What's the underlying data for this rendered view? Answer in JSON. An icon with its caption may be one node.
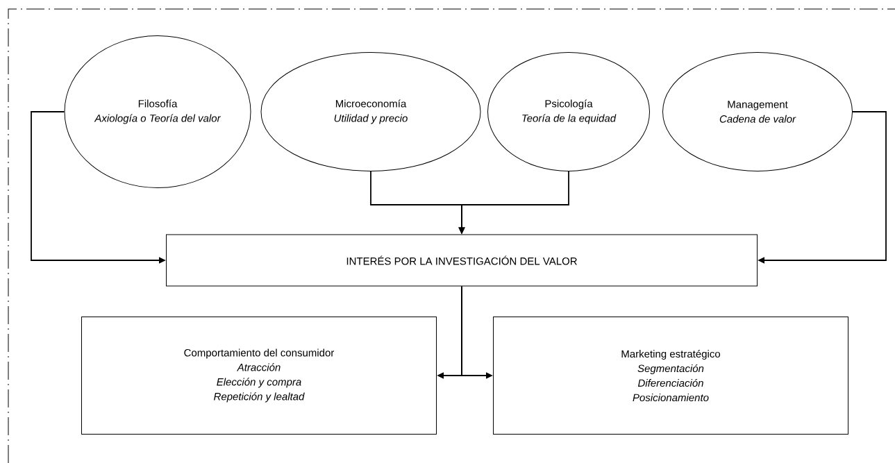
{
  "diagram": {
    "nodes": [
      {
        "text": [
          "Filosofía",
          "Axiología o Teoría del valor"
        ]
      },
      {
        "text": [
          "Microeconomía",
          "Utilidad y precio"
        ]
      },
      {
        "text": [
          "Psicología",
          "Teoría de la equidad"
        ]
      },
      {
        "text": [
          "Management",
          "Cadena de valor"
        ]
      },
      {
        "text": [
          "INTERÉS POR LA INVESTIGACIÓN DEL VALOR"
        ]
      },
      {
        "text": [
          "Comportamiento del consumidor",
          "Atracción",
          "Elección y compra",
          "Repetición y lealtad"
        ]
      },
      {
        "text": [
          "Marketing estratégico",
          "Segmentación",
          "Diferenciación",
          "Posicionamiento"
        ]
      }
    ],
    "edges": [
      {
        "from": 0,
        "to": 4,
        "arrow": "to"
      },
      {
        "from": 1,
        "to": 4,
        "arrow": "to"
      },
      {
        "from": 2,
        "to": 4,
        "arrow": "to"
      },
      {
        "from": 3,
        "to": 4,
        "arrow": "to"
      },
      {
        "from": 4,
        "to": 5,
        "arrow": "to"
      },
      {
        "from": 4,
        "to": 6,
        "arrow": "to"
      }
    ]
  }
}
